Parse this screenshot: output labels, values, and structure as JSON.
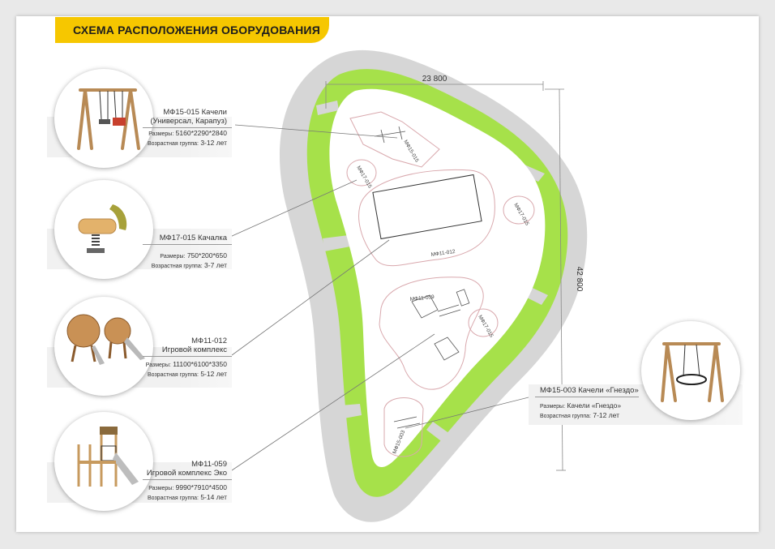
{
  "title": "СХЕМА РАСПОЛОЖЕНИЯ ОБОРУДОВАНИЯ",
  "dimensions": {
    "width": "23 800",
    "height": "42 800"
  },
  "items": [
    {
      "id": "swing",
      "name": "МФ15-015  Качели",
      "subtitle": "(Универсал, Карапуз)",
      "size_label": "Размеры:",
      "size": "5160*2290*2840",
      "age_label": "Возрастная группа:",
      "age": "3-12 лет",
      "icon": "swing-icon"
    },
    {
      "id": "rocker",
      "name": "МФ17-015   Качалка",
      "subtitle": "",
      "size_label": "Размеры:",
      "size": "750*200*650",
      "age_label": "Возрастная группа:",
      "age": "3-7 лет",
      "icon": "spring-rocker-icon"
    },
    {
      "id": "complex",
      "name": "МФ11-012",
      "subtitle": "Игровой комплекс",
      "size_label": "Размеры:",
      "size": "11100*6100*3350",
      "age_label": "Возрастная группа:",
      "age": "5-12 лет",
      "icon": "play-complex-icon"
    },
    {
      "id": "eco",
      "name": "МФ11-059",
      "subtitle": "Игровой комплекс Эко",
      "size_label": "Размеры:",
      "size": "9990*7910*4500",
      "age_label": "Возрастная группа:",
      "age": "5-14 лет",
      "icon": "eco-complex-icon"
    },
    {
      "id": "nest",
      "name": "МФ15-003   Качели «Гнездо»",
      "subtitle": "",
      "size_label": "Размеры:",
      "size": "Качели «Гнездо»",
      "age_label": "Возрастная группа:",
      "age": "7-12 лет",
      "icon": "nest-swing-icon"
    }
  ],
  "plan_labels": {
    "swing": "МФ15-015",
    "rocker_a": "МФ17-015",
    "rocker_b": "МФ17-015",
    "rocker_c": "МФ17-015",
    "complex": "МФ11-012",
    "eco": "МФ11-059",
    "nest": "МФ15-003"
  },
  "colors": {
    "accent": "#f6c700",
    "lawn": "#a6e14a",
    "path": "#d6d6d6",
    "zone_outline": "#d9a8ad"
  }
}
